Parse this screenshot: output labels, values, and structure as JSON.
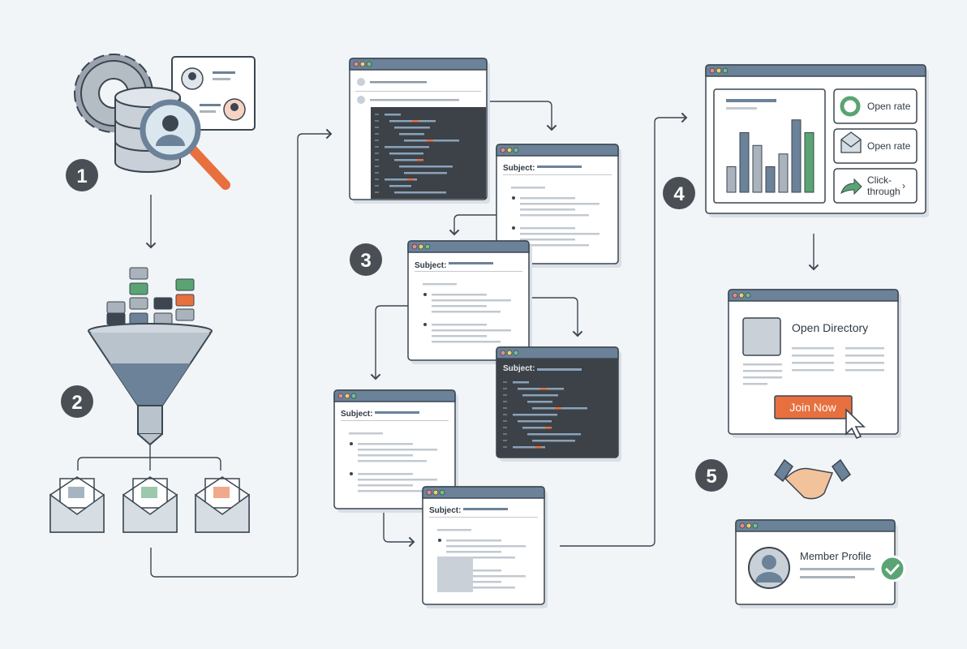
{
  "colors": {
    "background": "#f2f5f8",
    "window_titlebar": "#6b8299",
    "outline": "#3b4650",
    "code_bg": "#3c4248",
    "accent_orange": "#e8703f",
    "accent_green": "#5aa474",
    "step_badge": "#4a4f55"
  },
  "steps": [
    "1",
    "2",
    "3",
    "4",
    "5"
  ],
  "email": {
    "subject_label": "Subject:"
  },
  "dashboard": {
    "chart_bars": [
      3,
      7,
      5.5,
      3,
      4.5,
      8.5,
      7
    ],
    "metric_1": "Open rate",
    "metric_2": "Open rate",
    "metric_3_line1": "Click-",
    "metric_3_line2": "through",
    "metric_icons": [
      "donut-chart-icon",
      "open-envelope-icon",
      "share-arrow-icon"
    ]
  },
  "directory": {
    "title": "Open Directory",
    "cta": "Join Now"
  },
  "profile": {
    "title": "Member Profile"
  },
  "icons": [
    "gear-icon",
    "database-icon",
    "magnifier-icon",
    "contact-card-icon",
    "funnel-icon",
    "envelope-handshake-icon",
    "envelope-checklist-icon",
    "envelope-calendar-icon",
    "cursor-icon",
    "handshake-icon",
    "checkmark-icon"
  ]
}
